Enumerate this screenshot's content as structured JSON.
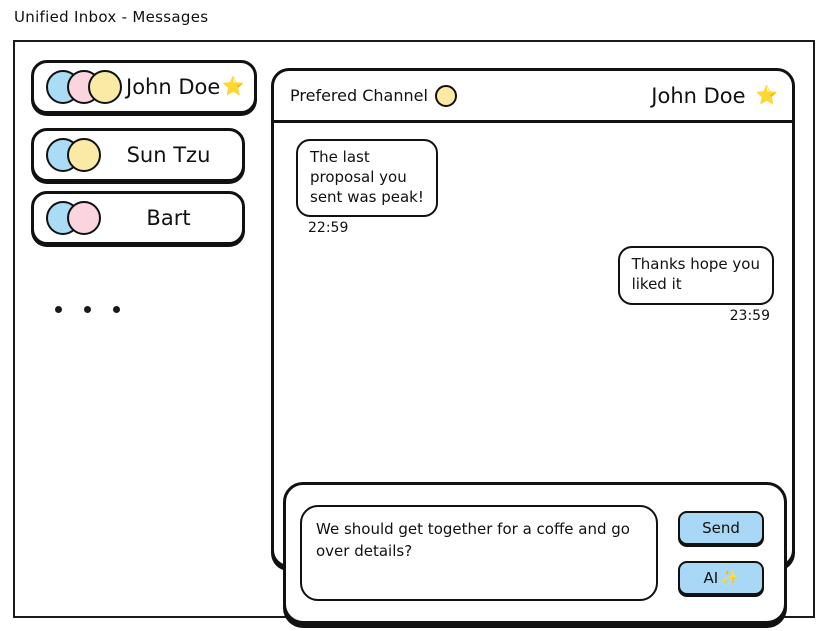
{
  "app": {
    "title": "Unified Inbox - Messages"
  },
  "sidebar": {
    "contacts": [
      {
        "name": "John Doe",
        "selected": true,
        "starred": true,
        "star_icon": "star-icon",
        "avatar_colors": [
          "#aadcf5",
          "#fad5dd",
          "#fbeaa5"
        ]
      },
      {
        "name": "Sun Tzu",
        "selected": false,
        "starred": false,
        "avatar_colors": [
          "#aadcf5",
          "#fbeaa5"
        ]
      },
      {
        "name": "Bart",
        "selected": false,
        "starred": false,
        "avatar_colors": [
          "#aadcf5",
          "#fad5dd"
        ]
      }
    ],
    "more_indicator": "..."
  },
  "chat": {
    "header": {
      "preferred_channel_label": "Prefered Channel",
      "channel_dot_color": "#fbe9a4",
      "contact_name": "John Doe",
      "star_icon": "star-icon"
    },
    "messages": [
      {
        "direction": "incoming",
        "text": "The last\nproposal you\nsent was peak!",
        "time": "22:59"
      },
      {
        "direction": "outgoing",
        "text": "Thanks hope you\nliked it",
        "time": "23:59"
      }
    ]
  },
  "composer": {
    "input_value": "We should get together for a coffe and go over details?",
    "input_placeholder": "",
    "send_label": "Send",
    "ai_label": "AI",
    "ai_icon": "sparkles-icon",
    "button_color": "#a8d8f5"
  }
}
